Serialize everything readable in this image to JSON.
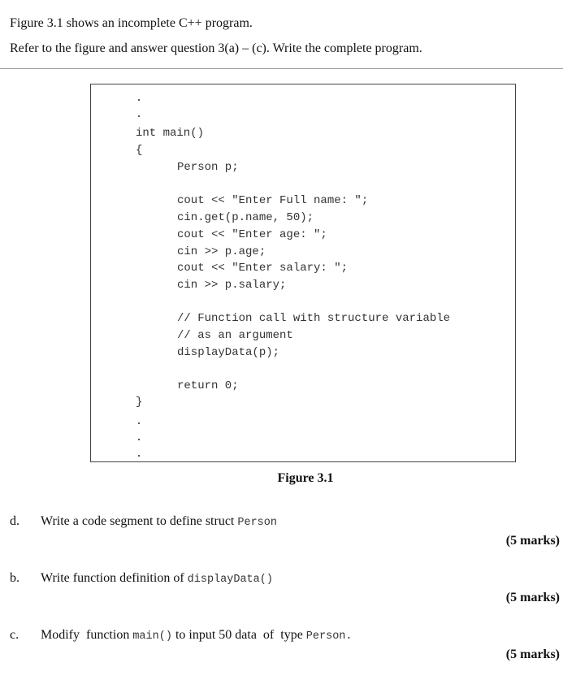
{
  "intro": {
    "line1": "Figure 3.1 shows an incomplete C++ program.",
    "line2": "Refer to the figure and answer question 3(a) – (c). Write the complete program."
  },
  "code": {
    "lines": [
      "int main()",
      "{",
      "Person p;",
      "cout << \"Enter Full name: \";",
      "cin.get(p.name, 50);",
      "cout << \"Enter age: \";",
      "cin >> p.age;",
      "cout << \"Enter salary: \";",
      "cin >> p.salary;",
      "// Function call with structure variable",
      "// as an argument",
      "displayData(p);",
      "return 0;",
      "}"
    ]
  },
  "figure_caption": "Figure 3.1",
  "questions": [
    {
      "label": "d.",
      "text_before": "Write a code segment to define struct ",
      "code": "Person",
      "text_after": "",
      "marks": "(5 marks)"
    },
    {
      "label": "b.",
      "text_before": "Write function definition of ",
      "code": "displayData()",
      "text_after": "",
      "marks": "(5 marks)"
    },
    {
      "label": "c.",
      "text_before": "Modify  function ",
      "code": "main()",
      "text_after": " to input 50 data  of  type ",
      "code2": "Person.",
      "marks": "(5 marks)"
    }
  ]
}
